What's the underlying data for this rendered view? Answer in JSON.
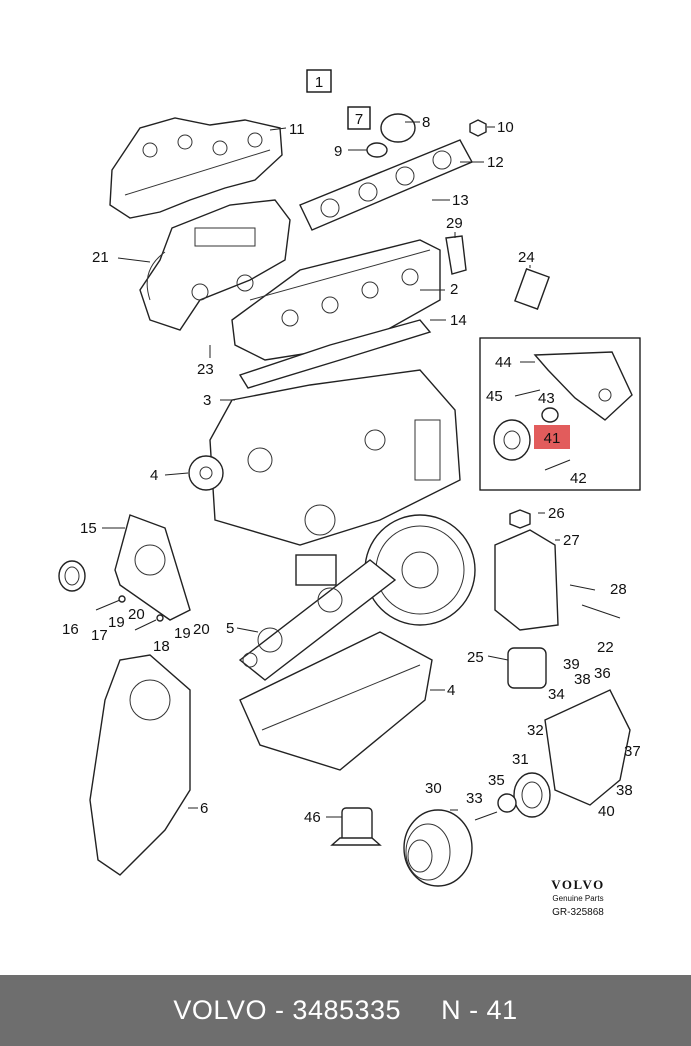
{
  "boxes": {
    "group": "1",
    "sub": "7"
  },
  "callouts": [
    {
      "id": "c11",
      "text": "11"
    },
    {
      "id": "c8",
      "text": "8"
    },
    {
      "id": "c9",
      "text": "9"
    },
    {
      "id": "c10",
      "text": "10"
    },
    {
      "id": "c12",
      "text": "12"
    },
    {
      "id": "c13",
      "text": "13"
    },
    {
      "id": "c29",
      "text": "29"
    },
    {
      "id": "c21",
      "text": "21"
    },
    {
      "id": "c2",
      "text": "2"
    },
    {
      "id": "c24",
      "text": "24"
    },
    {
      "id": "c14",
      "text": "14"
    },
    {
      "id": "c23",
      "text": "23"
    },
    {
      "id": "c44",
      "text": "44"
    },
    {
      "id": "c45",
      "text": "45"
    },
    {
      "id": "c43",
      "text": "43"
    },
    {
      "id": "c42",
      "text": "42"
    },
    {
      "id": "c3",
      "text": "3"
    },
    {
      "id": "c4a",
      "text": "4"
    },
    {
      "id": "c26",
      "text": "26"
    },
    {
      "id": "c15",
      "text": "15"
    },
    {
      "id": "c27",
      "text": "27"
    },
    {
      "id": "c16",
      "text": "16"
    },
    {
      "id": "c17",
      "text": "17"
    },
    {
      "id": "c19a",
      "text": "19"
    },
    {
      "id": "c20a",
      "text": "20"
    },
    {
      "id": "c18",
      "text": "18"
    },
    {
      "id": "c19b",
      "text": "19"
    },
    {
      "id": "c20b",
      "text": "20"
    },
    {
      "id": "c28",
      "text": "28"
    },
    {
      "id": "c22",
      "text": "22"
    },
    {
      "id": "c5",
      "text": "5"
    },
    {
      "id": "c25",
      "text": "25"
    },
    {
      "id": "c39",
      "text": "39"
    },
    {
      "id": "c38a",
      "text": "38"
    },
    {
      "id": "c36",
      "text": "36"
    },
    {
      "id": "c4b",
      "text": "4"
    },
    {
      "id": "c34",
      "text": "34"
    },
    {
      "id": "c32",
      "text": "32"
    },
    {
      "id": "c37",
      "text": "37"
    },
    {
      "id": "c31",
      "text": "31"
    },
    {
      "id": "c30",
      "text": "30"
    },
    {
      "id": "c35",
      "text": "35"
    },
    {
      "id": "c33",
      "text": "33"
    },
    {
      "id": "c38b",
      "text": "38"
    },
    {
      "id": "c40",
      "text": "40"
    },
    {
      "id": "c6",
      "text": "6"
    },
    {
      "id": "c46",
      "text": "46"
    }
  ],
  "highlight": {
    "part": "41",
    "color": "#e25c5c"
  },
  "brand": {
    "name": "VOLVO",
    "tagline": "Genuine Parts",
    "ref": "GR-325868"
  },
  "footer": {
    "left": "VOLVO - 3485335",
    "right": "N - 41"
  },
  "colors": {
    "footer_bg": "#6e6e6e",
    "highlight": "#e25c5c"
  }
}
